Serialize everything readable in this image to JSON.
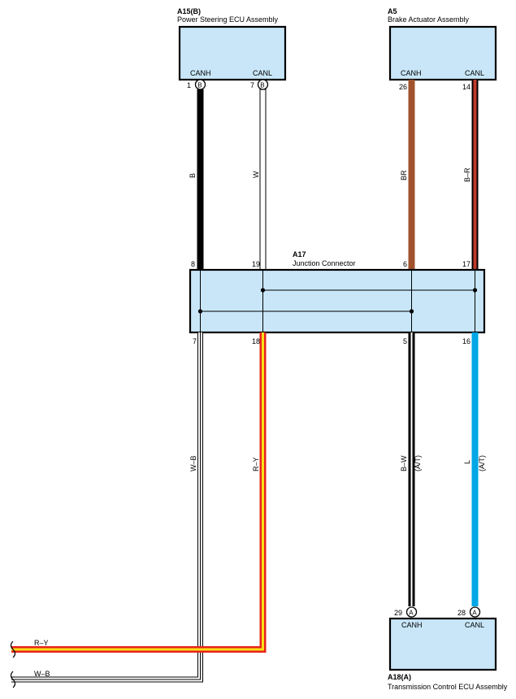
{
  "components": {
    "a15": {
      "ref": "A15(B)",
      "name": "Power Steering ECU Assembly",
      "pin_canh": "CANH",
      "pin_canl": "CANL",
      "pin1": "1",
      "pin2": "7",
      "conn1": "B",
      "conn2": "B"
    },
    "a5": {
      "ref": "A5",
      "name": "Brake Actuator Assembly",
      "pin_canh": "CANH",
      "pin_canl": "CANL",
      "pin1": "26",
      "pin2": "14"
    },
    "a17": {
      "ref": "A17",
      "name": "Junction Connector",
      "top_pins": [
        "8",
        "19",
        "6",
        "17"
      ],
      "bottom_pins": [
        "7",
        "18",
        "5",
        "16"
      ]
    },
    "a18": {
      "ref": "A18(A)",
      "name": "Transmission Control ECU Assembly",
      "pin_canh": "CANH",
      "pin_canl": "CANL",
      "pin1": "29",
      "pin2": "28",
      "conn1": "A",
      "conn2": "A"
    }
  },
  "wires": {
    "a15_canh": "B",
    "a15_canl": "W",
    "a5_canh": "BR",
    "a5_canl": "B–R",
    "left_canh": "W–B",
    "left_canl": "R–Y",
    "a18_canh": "B–W",
    "a18_canh_note": "(A/T)",
    "a18_canl": "L",
    "a18_canl_note": "(A/T)",
    "out_top": "R–Y",
    "out_bottom": "W–B"
  },
  "colors": {
    "box_fill": "#c8e6f8",
    "black": "#000000",
    "brown": "#a0522d",
    "dark_red": "#8b1a1a",
    "red": "#e8231b",
    "yellow": "#f7e017",
    "blue": "#00a6e6"
  }
}
